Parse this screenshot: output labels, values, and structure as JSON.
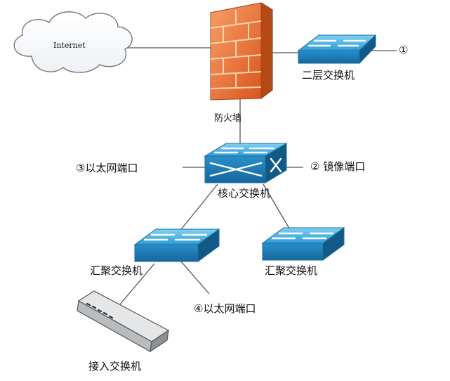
{
  "nodes": {
    "internet": "Internet",
    "firewall": "防火墙",
    "l2_switch": "二层交换机",
    "l2_marker": "①",
    "core_switch": "核心交换机",
    "mirror_port": "② 镜像端口",
    "eth_port_3": "③以太网端口",
    "agg_left": "汇聚交换机",
    "agg_right": "汇聚交换机",
    "eth_port_4": "④以太网端口",
    "access_switch": "接入交换机"
  },
  "colors": {
    "switch_top": "#3aa6dc",
    "switch_side": "#1a7fb8",
    "firewall": "#e86a2a",
    "line": "#555555"
  }
}
